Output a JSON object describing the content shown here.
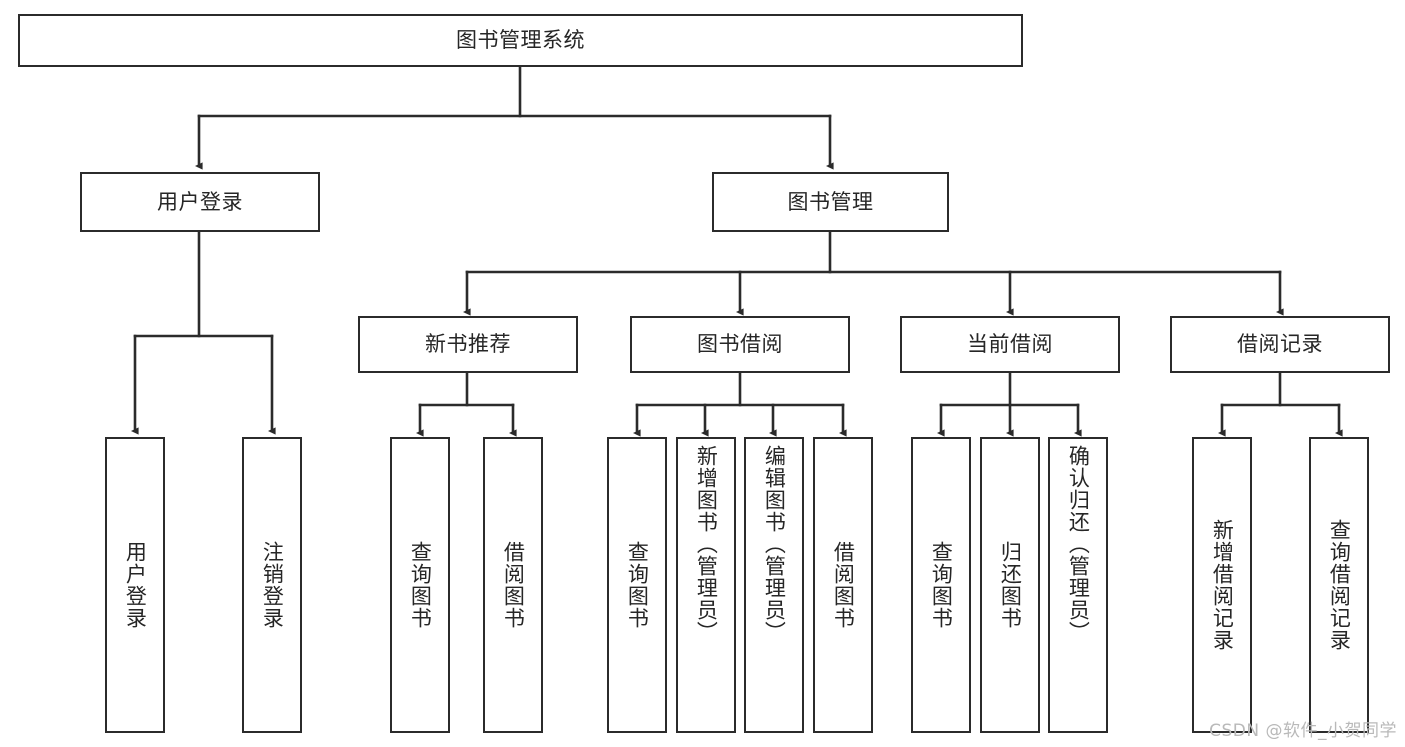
{
  "diagram": {
    "title": "图书管理系统",
    "type": "tree-hierarchy-chart",
    "watermark": "CSDN @软件_小贺同学",
    "colors": {
      "stroke": "#2b2b2b",
      "fill": "#ffffff",
      "text": "#262626",
      "watermark": "#b9b9b9"
    },
    "root": {
      "label": "图书管理系统"
    },
    "level2": [
      {
        "label": "用户登录"
      },
      {
        "label": "图书管理"
      }
    ],
    "level3": [
      {
        "label": "新书推荐"
      },
      {
        "label": "图书借阅"
      },
      {
        "label": "当前借阅"
      },
      {
        "label": "借阅记录"
      }
    ],
    "leaves": {
      "user_login": [
        {
          "label": "用户登录"
        },
        {
          "label": "注销登录"
        }
      ],
      "new_book_recommend": [
        {
          "label": "查询图书"
        },
        {
          "label": "借阅图书"
        }
      ],
      "book_borrow": [
        {
          "label": "查询图书"
        },
        {
          "label": "新增图书（管理员）"
        },
        {
          "label": "编辑图书（管理员）"
        },
        {
          "label": "借阅图书"
        }
      ],
      "current_borrow": [
        {
          "label": "查询图书"
        },
        {
          "label": "归还图书"
        },
        {
          "label": "确认归还（管理员）"
        }
      ],
      "borrow_record": [
        {
          "label": "新增借阅记录"
        },
        {
          "label": "查询借阅记录"
        }
      ]
    }
  }
}
